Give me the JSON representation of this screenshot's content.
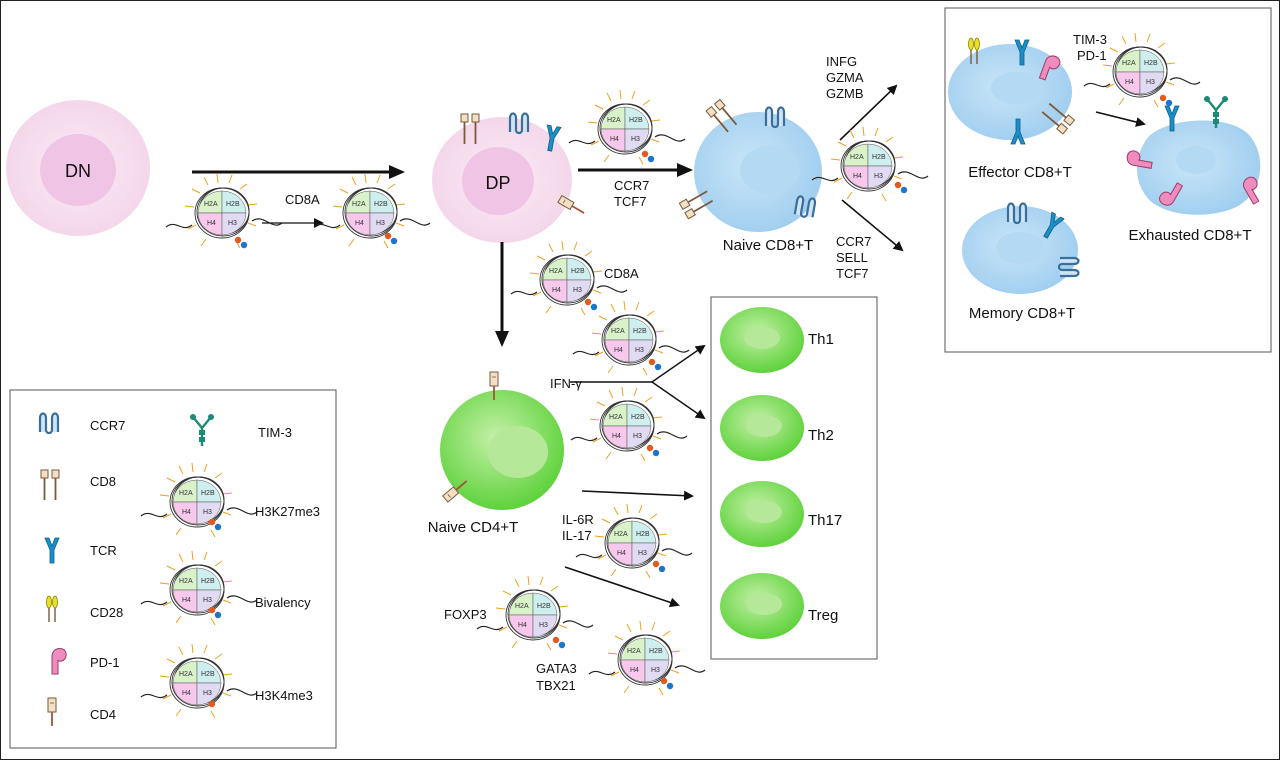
{
  "cells": {
    "dn": "DN",
    "dp": "DP",
    "naive_cd8": "Naive CD8+T",
    "effector_cd8": "Effector CD8+T",
    "memory_cd8": "Memory CD8+T",
    "exhausted_cd8": "Exhausted CD8+T",
    "naive_cd4": "Naive CD4+T",
    "th1": "Th1",
    "th2": "Th2",
    "th17": "Th17",
    "treg": "Treg"
  },
  "genes": {
    "cd8a_dn": "CD8A",
    "ccr7_dp": "CCR7",
    "tcf7_dp": "TCF7",
    "infg": "INFG",
    "gzma": "GZMA",
    "gzmb": "GZMB",
    "ccr7_mem": "CCR7",
    "sell": "SELL",
    "tcf7_mem": "TCF7",
    "tim3": "TIM-3",
    "pd1": "PD-1",
    "cd8a_cd4": "CD8A",
    "ifng": "IFN-γ",
    "il6r": "IL-6R",
    "il17": "IL-17",
    "foxp3": "FOXP3",
    "gata3": "GATA3",
    "tbx21": "TBX21"
  },
  "histones": {
    "h2a": "H2A",
    "h2b": "H2B",
    "h4": "H4",
    "h3": "H3"
  },
  "legend": {
    "ccr7": "CCR7",
    "cd8": "CD8",
    "tcr": "TCR",
    "cd28": "CD28",
    "pd1": "PD-1",
    "cd4": "CD4",
    "tim3": "TIM-3",
    "h3k27me3": "H3K27me3",
    "bivalency": "Bivalency",
    "h3k4me3": "H3K4me3"
  },
  "colors": {
    "pink_cell": "#f3d8ec",
    "blue_cell": "#a9d3f0",
    "green_cell": "#7fdc5c",
    "h2a": "#d9f2c9",
    "h2b": "#cfeeee",
    "h4": "#f7c8ec",
    "h3": "#e0daf2",
    "tcr": "#1a8fc8",
    "tim3": "#1c8a75",
    "pd1": "#e07aa8",
    "cd28": "#e8e02a",
    "cd8": "#e8cfb0"
  }
}
